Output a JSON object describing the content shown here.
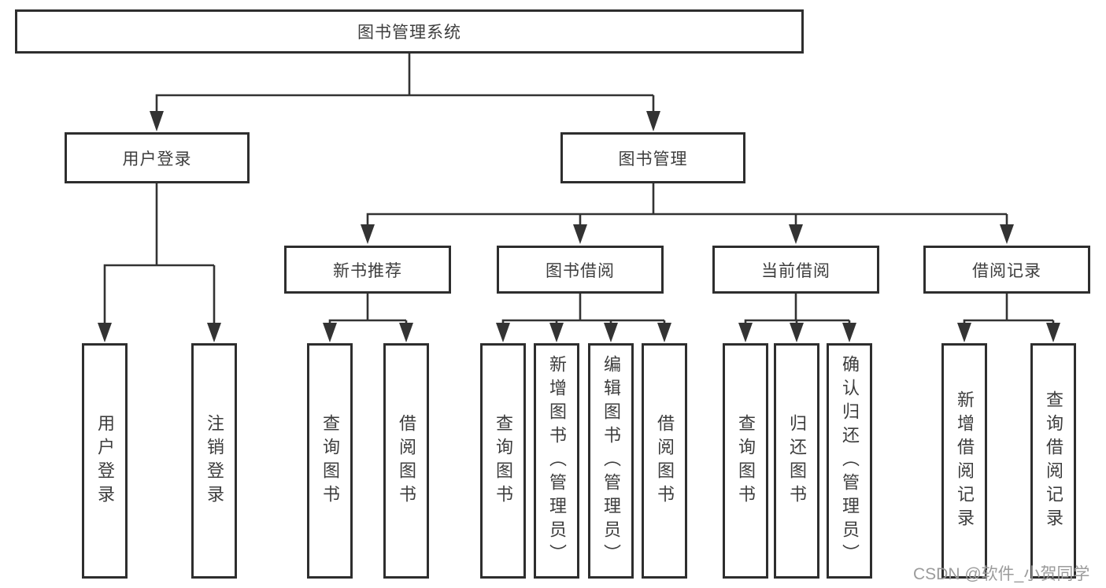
{
  "diagram": {
    "root": {
      "label": "图书管理系统"
    },
    "level2": [
      {
        "label": "用户登录",
        "children": [
          {
            "label": "用户登录"
          },
          {
            "label": "注销登录"
          }
        ]
      },
      {
        "label": "图书管理",
        "children": [
          {
            "label": "新书推荐",
            "children": [
              {
                "label": "查询图书"
              },
              {
                "label": "借阅图书"
              }
            ]
          },
          {
            "label": "图书借阅",
            "children": [
              {
                "label": "查询图书"
              },
              {
                "label": "新增图书（管理员）"
              },
              {
                "label": "编辑图书（管理员）"
              },
              {
                "label": "借阅图书"
              }
            ]
          },
          {
            "label": "当前借阅",
            "children": [
              {
                "label": "查询图书"
              },
              {
                "label": "归还图书"
              },
              {
                "label": "确认归还（管理员）"
              }
            ]
          },
          {
            "label": "借阅记录",
            "children": [
              {
                "label": "新增借阅记录"
              },
              {
                "label": "查询借阅记录"
              }
            ]
          }
        ]
      }
    ]
  },
  "watermark": {
    "text": "CSDN @软件_小贺同学",
    "color": "#9b9b9b"
  },
  "colors": {
    "line": "#333333",
    "box_border": "#2e2e2e",
    "text": "#3d3d3d",
    "background": "#ffffff"
  }
}
